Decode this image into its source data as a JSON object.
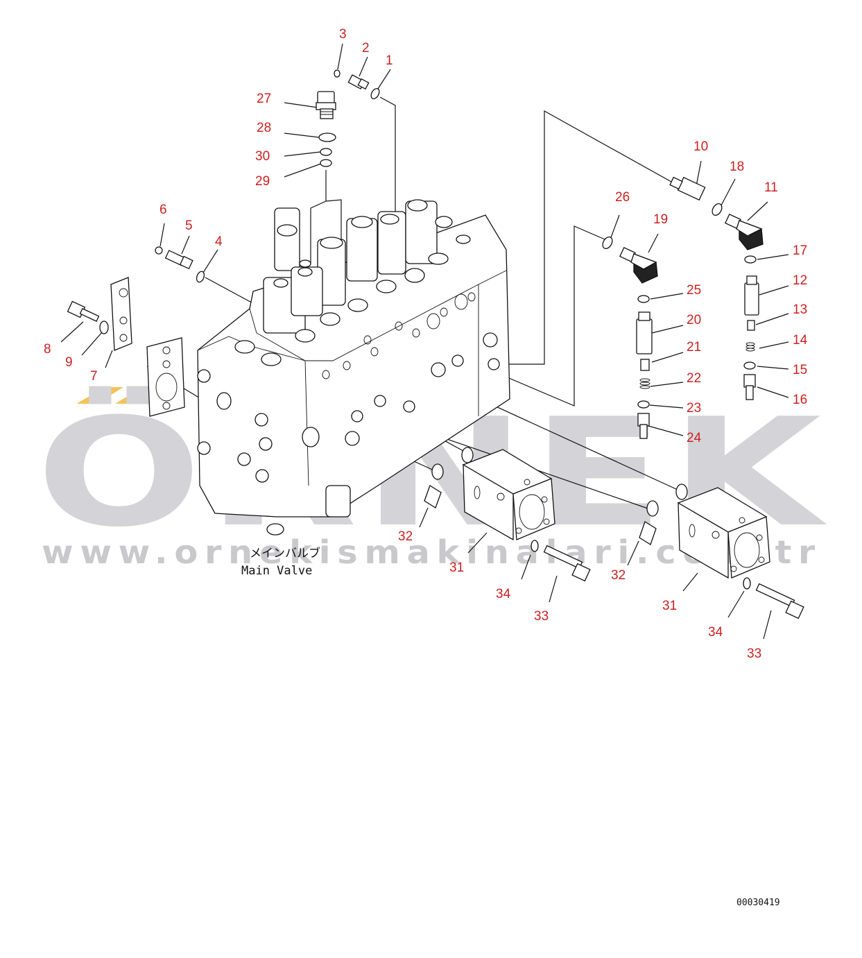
{
  "watermark": {
    "brand": "ÖRNEK",
    "url": "www.ornekismakinalari.com.tr"
  },
  "caption": {
    "japanese": "メインバルブ",
    "english": "Main Valve"
  },
  "document_number": "00030419",
  "callouts": [
    "3",
    "2",
    "1",
    "27",
    "28",
    "30",
    "29",
    "6",
    "5",
    "4",
    "8",
    "9",
    "7",
    "10",
    "18",
    "11",
    "26",
    "19",
    "17",
    "12",
    "13",
    "14",
    "15",
    "16",
    "25",
    "20",
    "21",
    "22",
    "23",
    "24",
    "32",
    "31",
    "34",
    "33",
    "32",
    "31",
    "34",
    "33"
  ],
  "colors": {
    "callout": "#cc1f1f",
    "watermark": "#d4d4d8",
    "accent": "#f5c25a"
  }
}
